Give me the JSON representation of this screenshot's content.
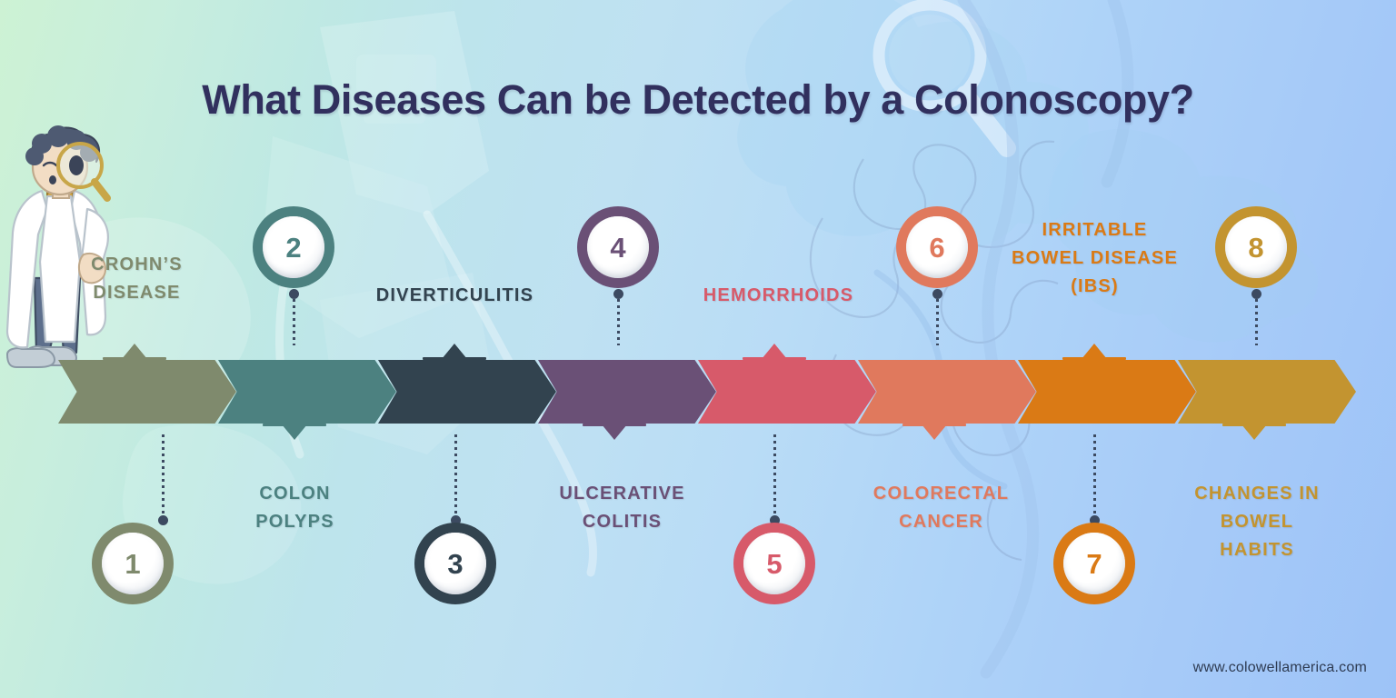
{
  "page": {
    "title": "What Diseases Can be Detected by a Colonoscopy?",
    "footer_url": "www.colowellamerica.com",
    "background_gradient_from": "#cdf2d4",
    "background_gradient_to": "#9dc3f7",
    "title_color": "#31305e"
  },
  "illustration": {
    "doctor": "doctor-with-magnifying-glass",
    "watermark_magnifier": "magnifying-glass-watermark",
    "watermark_colon": "intestine-outline-watermark",
    "watermark_endoscope": "endoscope-hand-watermark"
  },
  "steps": [
    {
      "number": "1",
      "label": "CROHN’S\nDISEASE",
      "color": "#7f8a6d",
      "label_position": "above",
      "badge_position": "below"
    },
    {
      "number": "2",
      "label": "COLON\nPOLYPS",
      "color": "#4c8180",
      "label_position": "below",
      "badge_position": "above"
    },
    {
      "number": "3",
      "label": "DIVERTICULITIS",
      "color": "#32434f",
      "label_position": "above",
      "badge_position": "below"
    },
    {
      "number": "4",
      "label": "ULCERATIVE\nCOLITIS",
      "color": "#6a5076",
      "label_position": "below",
      "badge_position": "above"
    },
    {
      "number": "5",
      "label": "HEMORRHOIDS",
      "color": "#d75a6a",
      "label_position": "above",
      "badge_position": "below"
    },
    {
      "number": "6",
      "label": "COLORECTAL\nCANCER",
      "color": "#e0795d",
      "label_position": "below",
      "badge_position": "above"
    },
    {
      "number": "7",
      "label": "IRRITABLE\nBOWEL DISEASE\n(IBS)",
      "color": "#da7a15",
      "label_position": "above",
      "badge_position": "below"
    },
    {
      "number": "8",
      "label": "CHANGES IN\nBOWEL\nHABITS",
      "color": "#c39430",
      "label_position": "below",
      "badge_position": "above"
    }
  ]
}
